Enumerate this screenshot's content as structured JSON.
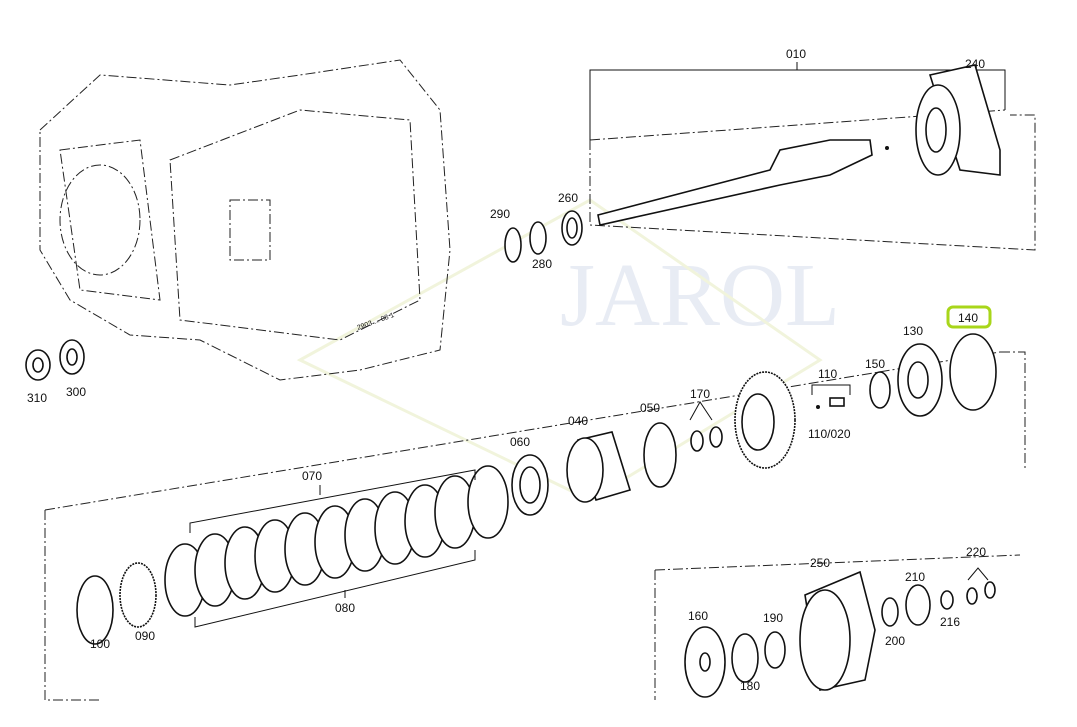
{
  "diagram": {
    "watermark": "JAROL",
    "housing_stamp": "2903 ... 08 1",
    "highlight_color": "#a8d61a",
    "highlighted_part": "140",
    "parts": {
      "p010": "010",
      "p240": "240",
      "p260": "260",
      "p290": "290",
      "p280": "280",
      "p310": "310",
      "p300": "300",
      "p140": "140",
      "p130": "130",
      "p150": "150",
      "p110": "110",
      "p110_020": "110/020",
      "p170": "170",
      "p050": "050",
      "p040": "040",
      "p060": "060",
      "p070": "070",
      "p080": "080",
      "p100": "100",
      "p090": "090",
      "p250": "250",
      "p210": "210",
      "p220": "220",
      "p216": "216",
      "p200": "200",
      "p160": "160",
      "p190": "190",
      "p180": "180"
    }
  }
}
